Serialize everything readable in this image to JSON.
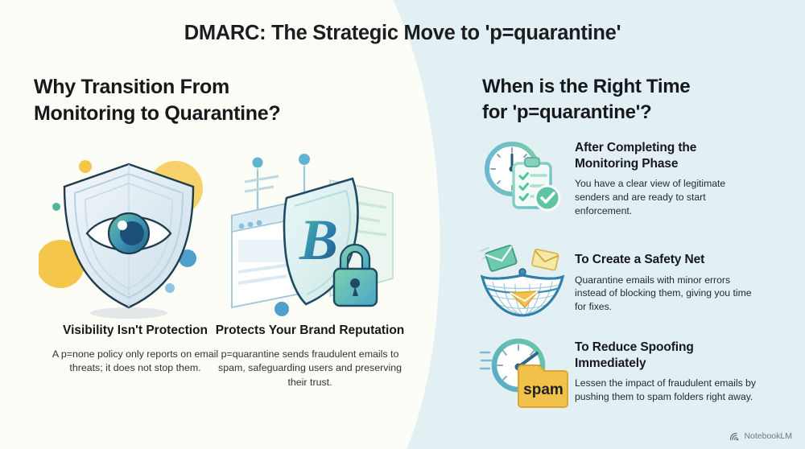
{
  "title": "DMARC: The Strategic Move to 'p=quarantine'",
  "colors": {
    "bg_left": "#fdfdf7",
    "bg_right": "#e3f0f3",
    "heading": "#16181b",
    "body_text": "#2d3136",
    "accent_yellow": "#f4c64a",
    "accent_blue": "#4b9cc9",
    "accent_teal": "#4fb3a4",
    "accent_green": "#63c39a",
    "shield_fill": "#dfe9f0",
    "shield_stroke": "#1f3d4d",
    "spam_folder": "#f2c14a"
  },
  "left": {
    "heading": "Why Transition From Monitoring to Quarantine?",
    "heading_lines": [
      "Why Transition From",
      "Monitoring to Quarantine?"
    ],
    "cards": [
      {
        "icon": "shield-eye-icon",
        "title": "Visibility Isn't Protection",
        "body": "A p=none policy only reports on email threats; it does not stop them."
      },
      {
        "icon": "browser-shield-lock-icon",
        "title": "Protects Your Brand Reputation",
        "body": "p=quarantine sends fraudulent emails to spam, safeguarding users and preserving their trust.",
        "shield_letter": "B"
      }
    ]
  },
  "right": {
    "heading": "When is the Right Time for 'p=quarantine'?",
    "heading_lines": [
      "When is the Right Time",
      "for 'p=quarantine'?"
    ],
    "items": [
      {
        "icon": "clock-checklist-icon",
        "title": "After Completing the Monitoring Phase",
        "body": "You have a clear view of legitimate senders and are ready to start enforcement."
      },
      {
        "icon": "safety-net-envelopes-icon",
        "title": "To Create a Safety Net",
        "body": "Quarantine emails with minor errors instead of blocking them, giving you time for fixes."
      },
      {
        "icon": "speedometer-spam-folder-icon",
        "title": "To Reduce Spoofing Immediately",
        "body": "Lessen the impact of fraudulent emails by pushing them to spam folders right away.",
        "folder_label": "spam"
      }
    ]
  },
  "footer": {
    "watermark": "NotebookLM",
    "logo": "notebooklm-logo-icon"
  }
}
